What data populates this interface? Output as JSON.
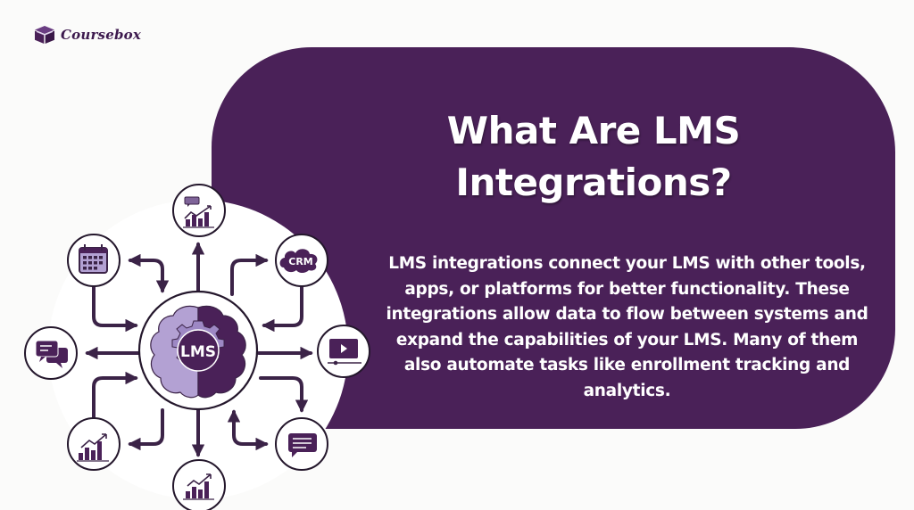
{
  "brand": {
    "name": "Coursebox",
    "icon": "cube-box-icon"
  },
  "panel": {
    "title_line1": "What Are LMS",
    "title_line2": "Integrations?",
    "body": "LMS integrations connect your LMS with other tools, apps, or platforms for better functionality. These integrations allow data to flow between systems and expand the capabilities of your LMS. Many of them also automate tasks like enrollment tracking and analytics."
  },
  "diagram": {
    "hub_label": "LMS",
    "hub_icon": "brain-gear-icon",
    "nodes": [
      {
        "id": "top",
        "icon": "chart-chat-icon"
      },
      {
        "id": "calendar",
        "icon": "calendar-icon"
      },
      {
        "id": "crm",
        "icon": "crm-cloud-icon",
        "label": "CRM"
      },
      {
        "id": "chat",
        "icon": "chat-bubbles-icon"
      },
      {
        "id": "video",
        "icon": "video-player-icon"
      },
      {
        "id": "chart-left",
        "icon": "bar-chart-icon"
      },
      {
        "id": "message",
        "icon": "message-icon"
      },
      {
        "id": "chart-bottom",
        "icon": "bar-chart-icon"
      }
    ]
  },
  "colors": {
    "primary_purple": "#4a2158",
    "light_purple": "#b3a1d3",
    "background": "#fbfbfa",
    "text_on_purple": "#ffffff"
  }
}
